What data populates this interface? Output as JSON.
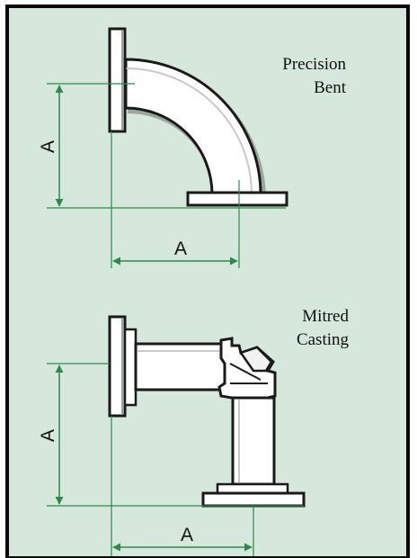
{
  "colors": {
    "panel_background": "#d6e7db",
    "frame": "#0a0a0a",
    "dimension_line": "#2d8a4e",
    "part_fill": "#ffffff",
    "part_stroke": "#1a1a1a",
    "shadow": "#9aa59d"
  },
  "diagrams": [
    {
      "name": "precision-bent",
      "caption_lines": [
        "Precision",
        "Bent"
      ],
      "vertical_dimension_label": "A",
      "horizontal_dimension_label": "A"
    },
    {
      "name": "mitred-casting",
      "caption_lines": [
        "Mitred",
        "Casting"
      ],
      "vertical_dimension_label": "A",
      "horizontal_dimension_label": "A"
    }
  ]
}
